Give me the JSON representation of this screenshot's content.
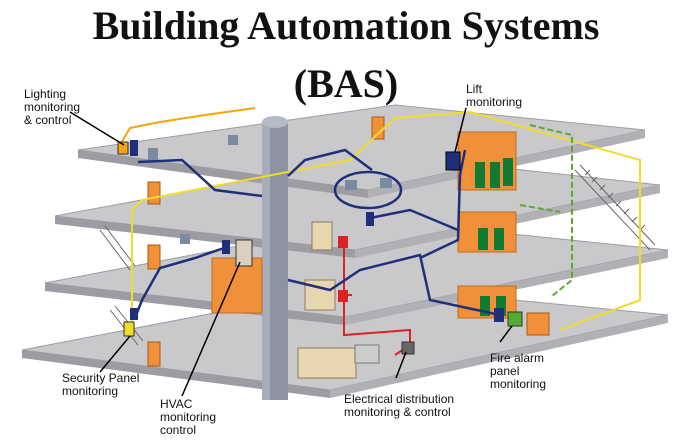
{
  "title": {
    "line1": "Building Automation Systems",
    "line2": "(BAS)"
  },
  "callouts": {
    "lighting": "Lighting\nmonitoring\n& control",
    "lift": "Lift\nmonitoring",
    "security": "Security Panel\nmonitoring",
    "hvac": "HVAC\nmonitoring\ncontrol",
    "electrical": "Electrical distribution\nmonitoring & control",
    "fire": "Fire alarm\npanel\nmonitoring"
  },
  "colors": {
    "floor_top": "#c9c9cc",
    "floor_edge": "#9c9ca2",
    "network_cable": "#1f2f7a",
    "lighting_cable": "#f2a60c",
    "security_cable": "#f2dc2a",
    "fire_cable": "#dd2222",
    "lift_cable": "#55aa33",
    "equipment_orange": "#f0913a",
    "equipment_green": "#117a33"
  }
}
